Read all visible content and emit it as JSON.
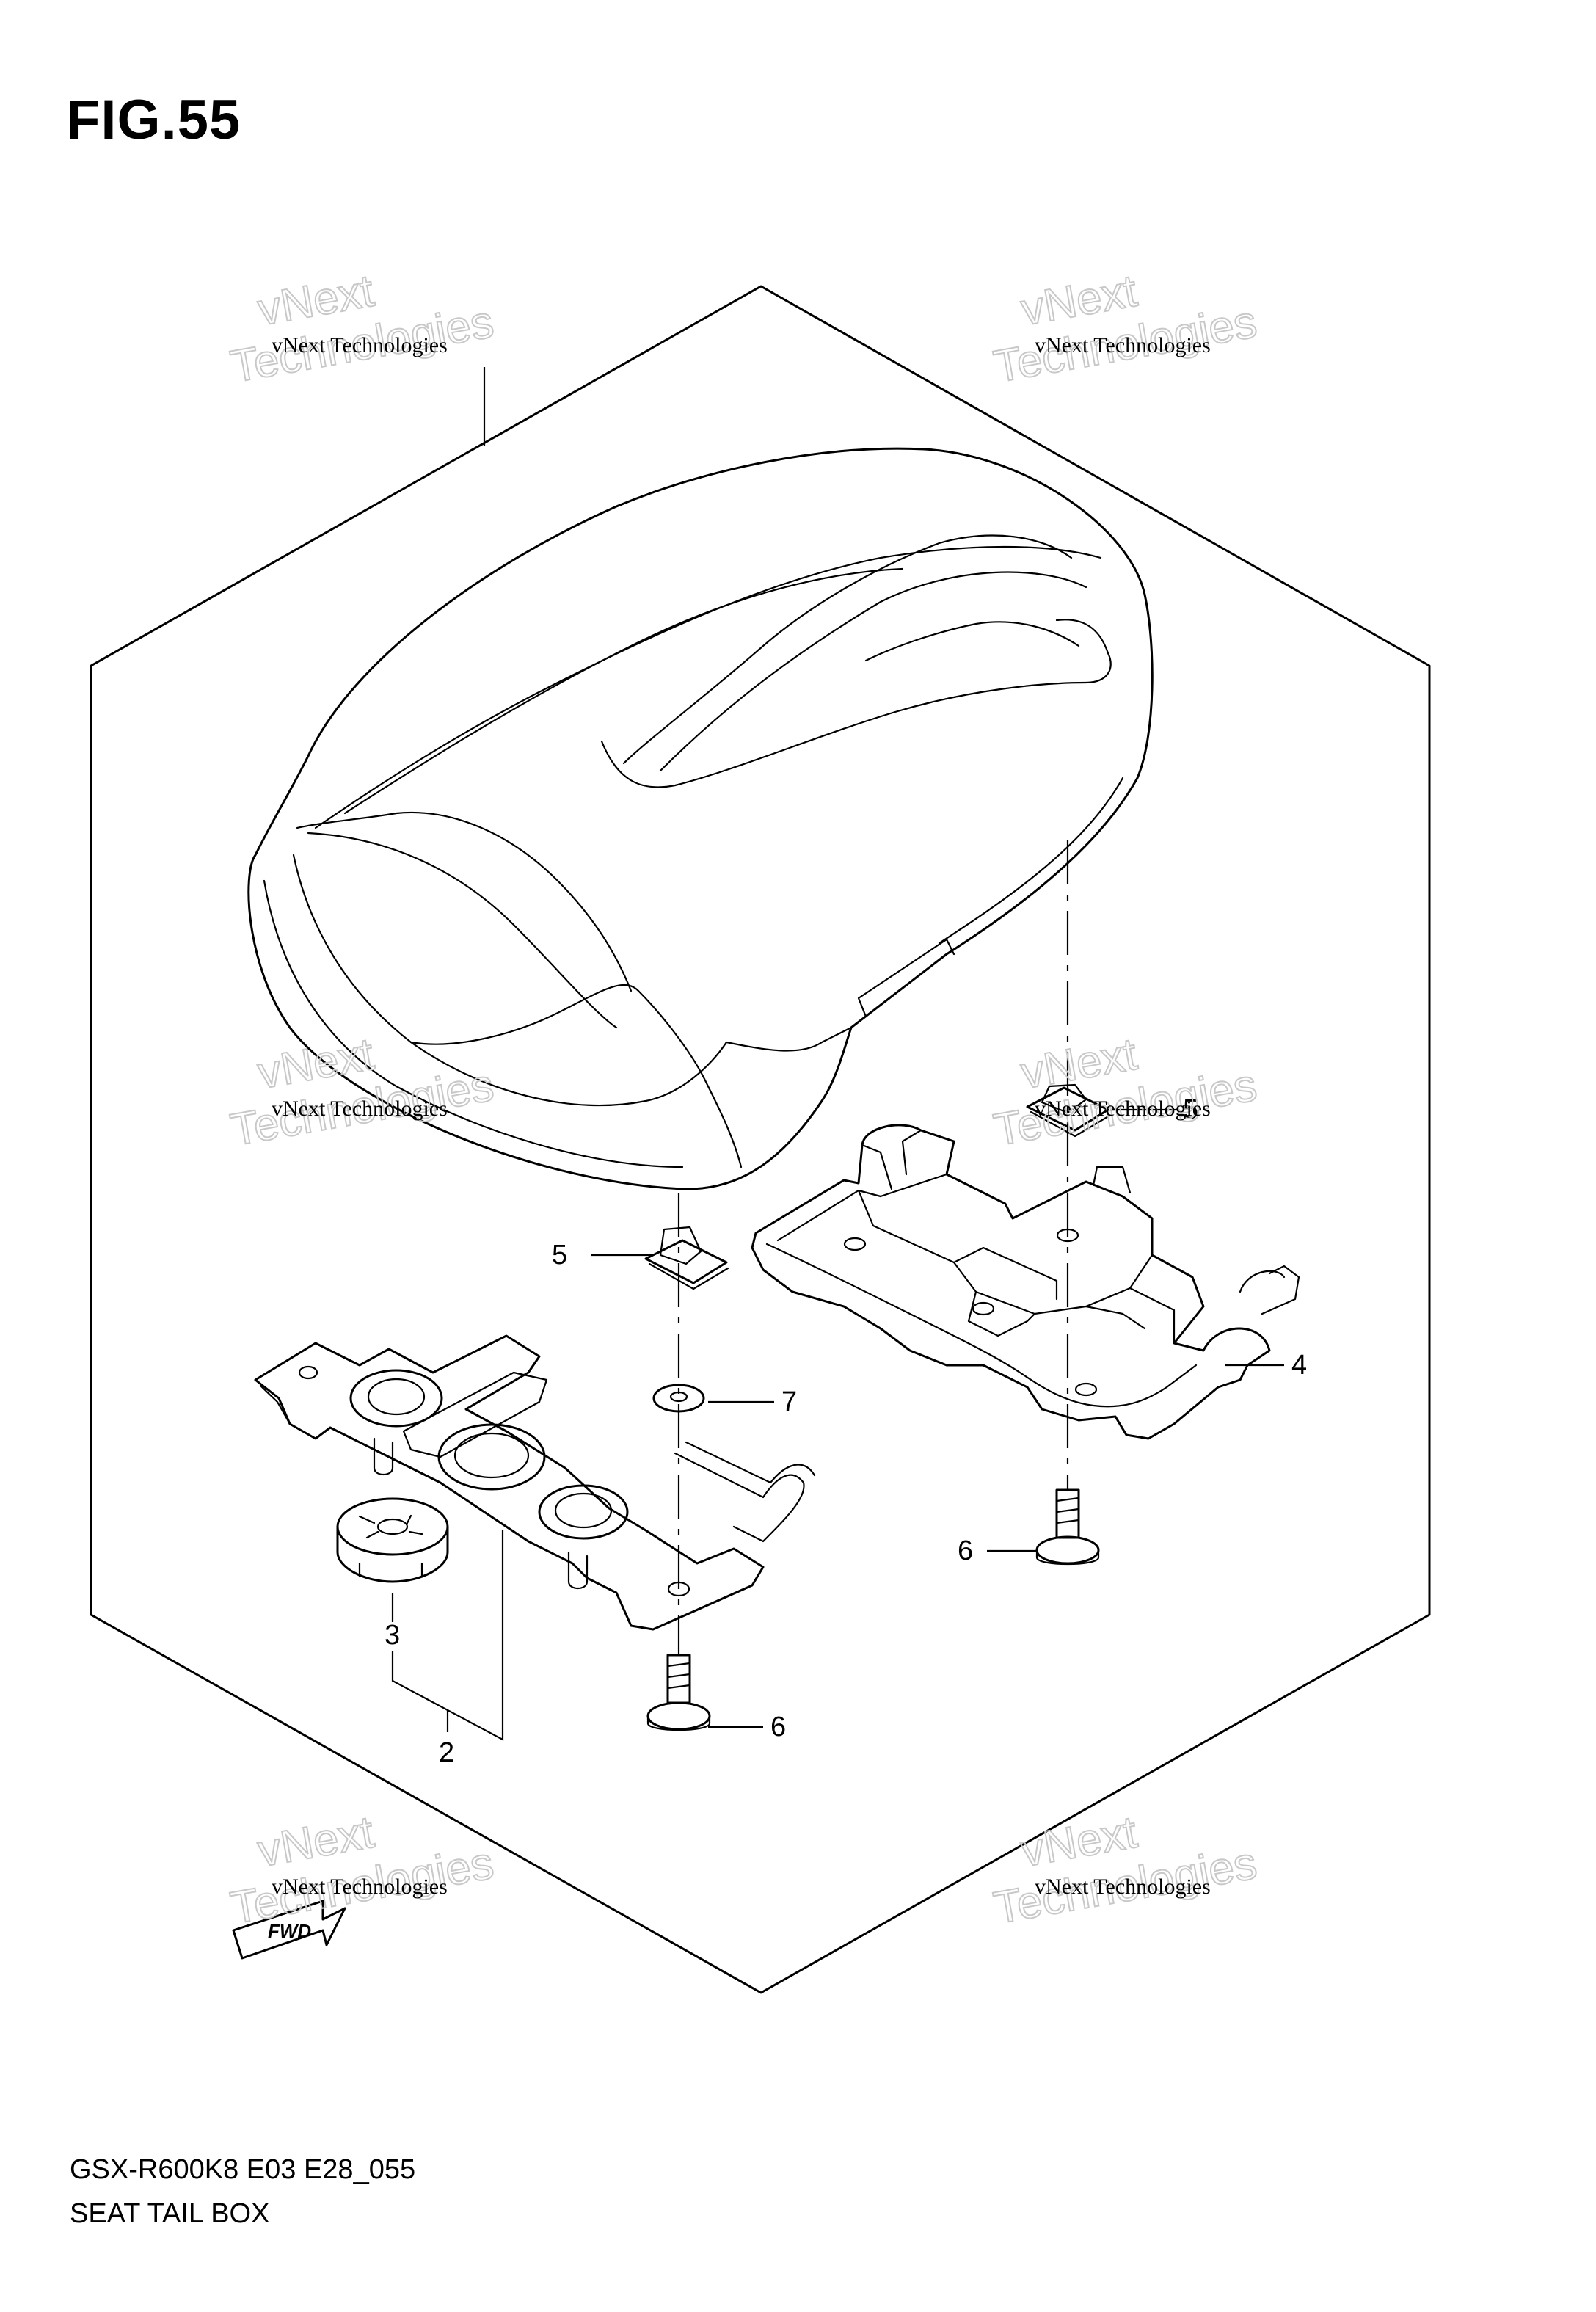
{
  "figure": {
    "title": "FIG.55",
    "model_code": "GSX-R600K8 E03 E28_055",
    "name": "SEAT TAIL BOX"
  },
  "watermark": {
    "line_small": "vNext Technologies",
    "big_1": "vNext",
    "big_2": "Technologies"
  },
  "callouts": {
    "c2": "2",
    "c3": "3",
    "c4": "4",
    "c5a": "5",
    "c5b": "5",
    "c6a": "6",
    "c6b": "6",
    "c7": "7"
  },
  "direction_marker": "FWD",
  "colors": {
    "line": "#000000",
    "watermark_outline": "#c8c8c8",
    "background": "#ffffff"
  }
}
